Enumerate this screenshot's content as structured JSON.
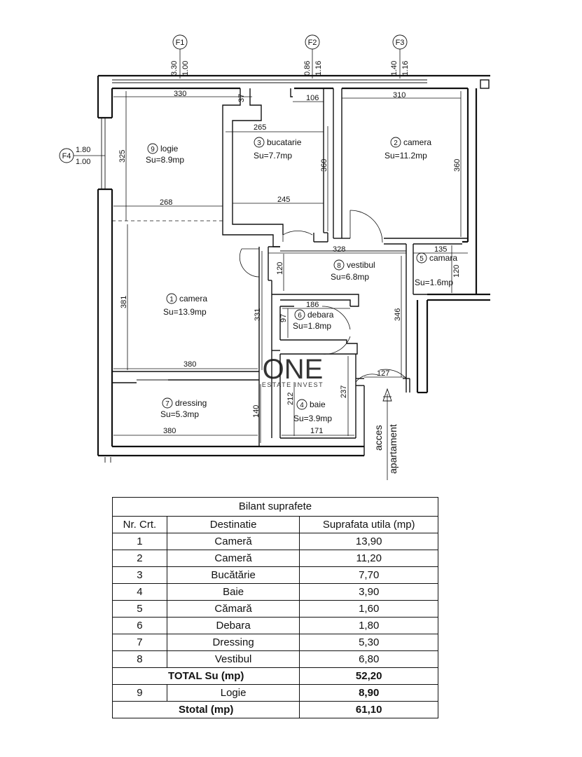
{
  "axes": [
    {
      "id": "F1",
      "top": "3.30",
      "bottom": "1.00"
    },
    {
      "id": "F2",
      "top": "0.86",
      "bottom": "1.16"
    },
    {
      "id": "F3",
      "top": "1.40",
      "bottom": "1.16"
    },
    {
      "id": "F4",
      "top": "1.80",
      "bottom": "1.00"
    }
  ],
  "rooms": [
    {
      "num": "9",
      "name": "logie",
      "area": "Su=8.9mp"
    },
    {
      "num": "3",
      "name": "bucatarie",
      "area": "Su=7.7mp"
    },
    {
      "num": "2",
      "name": "camera",
      "area": "Su=11.2mp"
    },
    {
      "num": "1",
      "name": "camera",
      "area": "Su=13.9mp"
    },
    {
      "num": "8",
      "name": "vestibul",
      "area": "Su=6.8mp"
    },
    {
      "num": "5",
      "name": "camara",
      "area": "Su=1.6mp"
    },
    {
      "num": "6",
      "name": "debara",
      "area": "Su=1.8mp"
    },
    {
      "num": "7",
      "name": "dressing",
      "area": "Su=5.3mp"
    },
    {
      "num": "4",
      "name": "baie",
      "area": "Su=3.9mp"
    }
  ],
  "dimensions": [
    "330",
    "37",
    "106",
    "310",
    "265",
    "325",
    "360",
    "360",
    "268",
    "245",
    "328",
    "135",
    "120",
    "120",
    "381",
    "331",
    "186",
    "97",
    "346",
    "380",
    "127",
    "237",
    "212",
    "140",
    "380",
    "171"
  ],
  "entrance": {
    "line1": "acces",
    "line2": "apartament"
  },
  "watermark": {
    "main": "ONE",
    "sub": "ESTATE INVEST"
  },
  "table": {
    "caption": "Bilant suprafete",
    "headers": [
      "Nr. Crt.",
      "Destinatie",
      "Suprafata utila (mp)"
    ],
    "rows": [
      [
        "1",
        "Cameră",
        "13,90"
      ],
      [
        "2",
        "Cameră",
        "11,20"
      ],
      [
        "3",
        "Bucătărie",
        "7,70"
      ],
      [
        "4",
        "Baie",
        "3,90"
      ],
      [
        "5",
        "Cămară",
        "1,60"
      ],
      [
        "6",
        "Debara",
        "1,80"
      ],
      [
        "7",
        "Dressing",
        "5,30"
      ],
      [
        "8",
        "Vestibul",
        "6,80"
      ]
    ],
    "total": {
      "label": "TOTAL Su (mp)",
      "value": "52,20"
    },
    "logie": [
      "9",
      "Logie",
      "8,90"
    ],
    "stotal": {
      "label": "Stotal (mp)",
      "value": "61,10"
    }
  }
}
